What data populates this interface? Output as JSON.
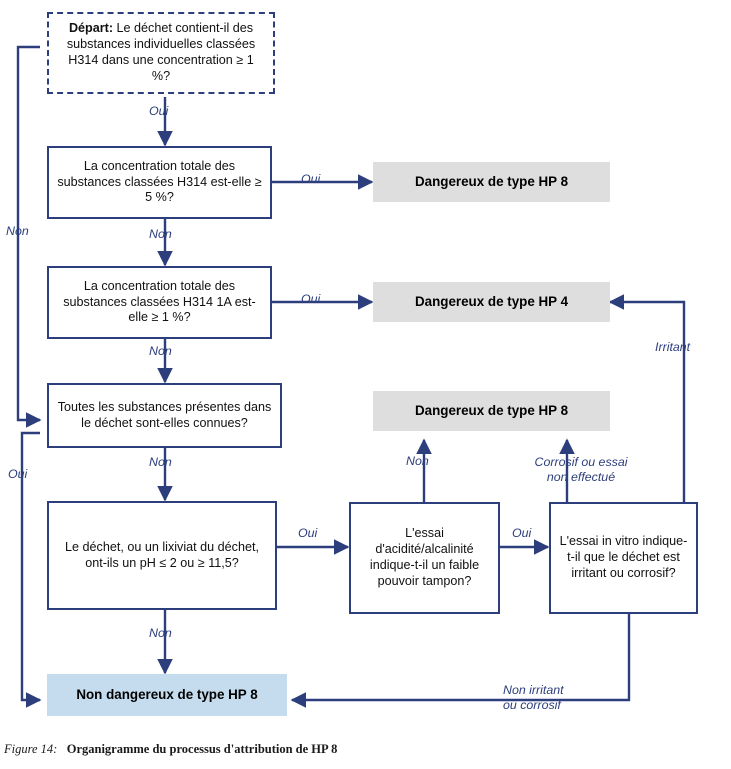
{
  "figure": {
    "number_label": "Figure 14:",
    "title": "Organigramme du processus d'attribution de HP 8"
  },
  "colors": {
    "line": "#2c3e7b",
    "box_border": "#2c3e7b",
    "result_hazard_bg": "#dedede",
    "result_safe_bg": "#c5dcef",
    "label_text": "#2c3e7b"
  },
  "nodes": {
    "start": {
      "kind": "start-dashed",
      "prefix": "Départ:",
      "text": " Le déchet contient-il des substances individuelles classées H314 dans une concentration ≥ 1 %?"
    },
    "q1": {
      "kind": "decision",
      "text": "La concentration totale des substances classées H314 est-elle ≥ 5 %?"
    },
    "q2": {
      "kind": "decision",
      "text": "La concentration totale des substances classées H314 1A est-elle ≥ 1 %?"
    },
    "q3": {
      "kind": "decision",
      "text": "Toutes les substances présentes dans le déchet sont-elles connues?"
    },
    "q4": {
      "kind": "decision",
      "text": "Le déchet, ou un lixiviat du déchet, ont-ils un pH ≤ 2 ou ≥ 11,5?"
    },
    "q5": {
      "kind": "decision",
      "text": "L'essai d'acidité/alcalinité indique-t-il un faible pouvoir tampon?"
    },
    "q6": {
      "kind": "decision",
      "text": "L'essai in vitro indique-t-il que le déchet est irritant ou corrosif?"
    },
    "r_hp8_top": {
      "kind": "result-hazard",
      "text": "Dangereux de type HP 8"
    },
    "r_hp4": {
      "kind": "result-hazard",
      "text": "Dangereux de type HP 4"
    },
    "r_hp8_mid": {
      "kind": "result-hazard",
      "text": "Dangereux de type HP 8"
    },
    "r_safe": {
      "kind": "result-safe",
      "text": "Non dangereux de type HP 8"
    }
  },
  "edge_labels": {
    "start_oui": "Oui",
    "start_non": "Non",
    "q1_oui": "Oui",
    "q1_non": "Non",
    "q2_oui": "Oui",
    "q2_non": "Non",
    "q3_oui": "Oui",
    "q3_non": "Non",
    "q4_oui": "Oui",
    "q4_non": "Non",
    "q5_oui": "Oui",
    "q5_non": "Non",
    "q6_corrosif": "Corrosif ou essai\nnon effectué",
    "q6_irritant": "Irritant",
    "q6_non_irritant": "Non irritant\nou corrosif"
  }
}
